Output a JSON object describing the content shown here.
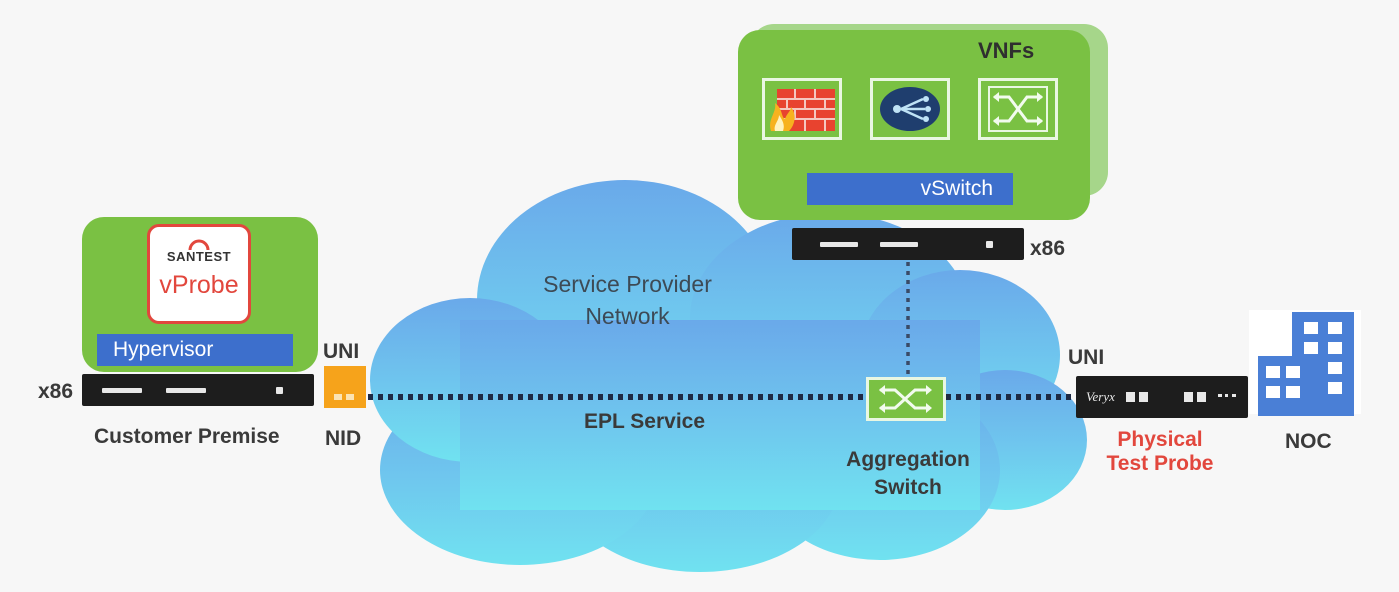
{
  "vnf": {
    "title": "VNFs",
    "vswitch_label": "vSwitch",
    "server_label": "x86",
    "icons": [
      "firewall-icon",
      "load-balancer-icon",
      "switch-icon"
    ]
  },
  "customer": {
    "logo_text": "SANTEST",
    "probe_label": "vProbe",
    "hypervisor_label": "Hypervisor",
    "server_label": "x86",
    "caption": "Customer Premise"
  },
  "nid": {
    "uni_label": "UNI",
    "nid_label": "NID"
  },
  "cloud": {
    "line1": "Service Provider",
    "line2": "Network",
    "service_label": "EPL Service"
  },
  "aggregation": {
    "line1": "Aggregation",
    "line2": "Switch"
  },
  "probe": {
    "uni_label": "UNI",
    "device_brand": "Veryx",
    "line1": "Physical",
    "line2": "Test Probe"
  },
  "noc": {
    "label": "NOC"
  },
  "colors": {
    "green": "#7ac143",
    "light_green": "#a6d68a",
    "blue_bar": "#3d6fcc",
    "probe_red": "#e2473d",
    "building_blue": "#4a7fd6",
    "cloud_top": "#6fb2ec",
    "cloud_bottom": "#6fe0ee",
    "nid_orange": "#f6a31b"
  }
}
